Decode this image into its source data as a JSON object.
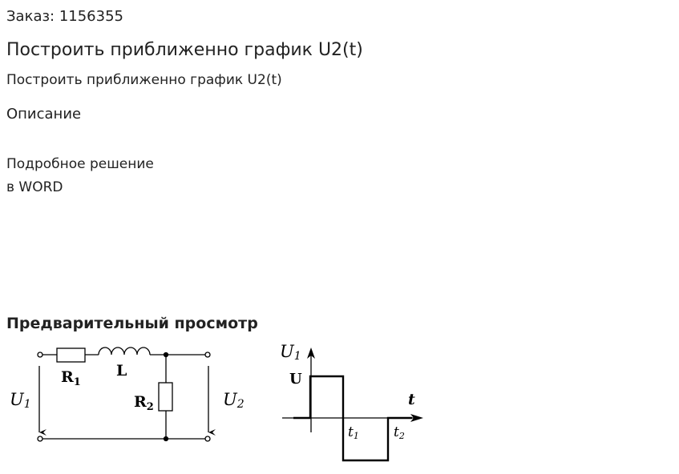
{
  "order": {
    "text": "Заказ: 1156355"
  },
  "title": "Построить приближенно график U2(t)",
  "subtitle": "Построить приближенно график U2(t)",
  "description": {
    "heading": "Описание",
    "lines": [
      "Подробное решение",
      "в WORD"
    ]
  },
  "preview": {
    "heading": "Предварительный просмотр",
    "circuit": {
      "input_label": "U",
      "input_sub": "1",
      "output_label": "U",
      "output_sub": "2",
      "r1_label": "R",
      "r1_sub": "1",
      "r2_label": "R",
      "r2_sub": "2",
      "l_label": "L"
    },
    "graph": {
      "y_label": "U",
      "y_sub": "1",
      "level_label": "U",
      "x_label": "t",
      "t1_label": "t",
      "t1_sub": "1",
      "t2_label": "t",
      "t2_sub": "2"
    }
  }
}
